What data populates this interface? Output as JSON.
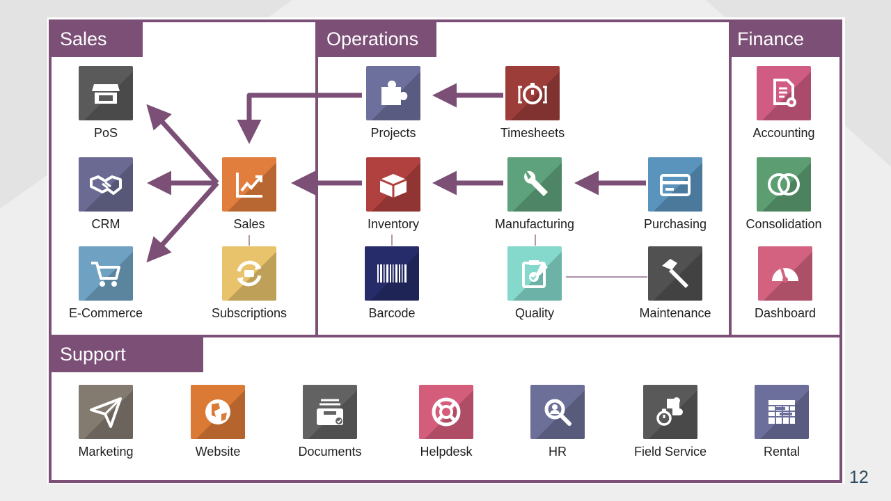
{
  "panels": {
    "sales": "Sales",
    "operations": "Operations",
    "finance": "Finance",
    "support": "Support"
  },
  "apps": {
    "pos": "PoS",
    "crm": "CRM",
    "ecommerce": "E-Commerce",
    "sales": "Sales",
    "subscriptions": "Subscriptions",
    "projects": "Projects",
    "timesheets": "Timesheets",
    "inventory": "Inventory",
    "manufacturing": "Manufacturing",
    "purchasing": "Purchasing",
    "barcode": "Barcode",
    "quality": "Quality",
    "maintenance": "Maintenance",
    "accounting": "Accounting",
    "consolidation": "Consolidation",
    "dashboard": "Dashboard",
    "marketing": "Marketing",
    "website": "Website",
    "documents": "Documents",
    "helpdesk": "Helpdesk",
    "hr": "HR",
    "field_service": "Field Service",
    "rental": "Rental"
  },
  "colors": {
    "accent": "#7b4f76",
    "pos": "#5a5a5a",
    "crm": "#6a6a93",
    "ecommerce": "#6fa1c2",
    "sales": "#e17d3d",
    "subscriptions": "#e8c36b",
    "projects": "#6d6f9d",
    "timesheets": "#9c3d3a",
    "inventory": "#b0413e",
    "manufacturing": "#5ea27d",
    "purchasing": "#5a94bd",
    "barcode": "#262c6a",
    "quality": "#84d9cc",
    "maintenance": "#515151",
    "accounting": "#d05b83",
    "consolidation": "#5c9e72",
    "dashboard": "#d2627f",
    "marketing": "#837a70",
    "website": "#db7a35",
    "documents": "#626262",
    "helpdesk": "#d55d7c",
    "hr": "#6c6f98",
    "field_service": "#595959",
    "rental": "#6c6f9c"
  },
  "icons": {
    "pos": "store-icon",
    "crm": "handshake-icon",
    "ecommerce": "cart-icon",
    "sales": "trend-chart-icon",
    "subscriptions": "cycle-icon",
    "projects": "puzzle-icon",
    "timesheets": "stopwatch-icon",
    "inventory": "box-icon",
    "manufacturing": "wrench-icon",
    "purchasing": "credit-card-icon",
    "barcode": "barcode-icon",
    "quality": "checklist-icon",
    "maintenance": "hammer-icon",
    "accounting": "document-gear-icon",
    "consolidation": "overlap-circles-icon",
    "dashboard": "gauge-icon",
    "marketing": "paper-plane-icon",
    "website": "globe-icon",
    "documents": "inbox-icon",
    "helpdesk": "lifebuoy-icon",
    "hr": "magnifier-icon",
    "field_service": "puzzle-timer-icon",
    "rental": "calendar-grid-icon"
  },
  "page_number": "12"
}
